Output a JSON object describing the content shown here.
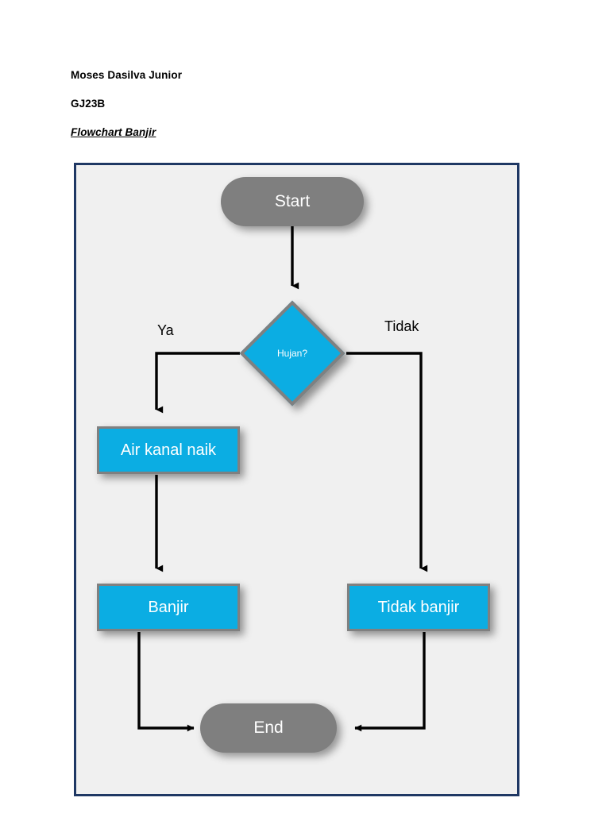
{
  "document": {
    "author": "Moses Dasilva Junior",
    "class_code": "GJ23B",
    "title": "Flowchart Banjir"
  },
  "canvas": {
    "border_color": "#1F3864",
    "background_color": "#F0F0F0"
  },
  "palette": {
    "terminator_fill": "#7F7F7F",
    "process_fill": "#0BADE3",
    "process_border": "#808080",
    "text_on_shape": "#FFFFFF",
    "connector": "#000000"
  },
  "flowchart": {
    "type": "flowchart",
    "nodes": [
      {
        "id": "start",
        "shape": "terminator",
        "label": "Start"
      },
      {
        "id": "hujan",
        "shape": "decision",
        "label": "Hujan?"
      },
      {
        "id": "air_kanal",
        "shape": "process",
        "label": "Air kanal naik"
      },
      {
        "id": "banjir",
        "shape": "process",
        "label": "Banjir"
      },
      {
        "id": "tidak_banjir",
        "shape": "process",
        "label": "Tidak banjir"
      },
      {
        "id": "end",
        "shape": "terminator",
        "label": "End"
      }
    ],
    "edges": [
      {
        "from": "start",
        "to": "hujan",
        "label": ""
      },
      {
        "from": "hujan",
        "to": "air_kanal",
        "label": "Ya"
      },
      {
        "from": "hujan",
        "to": "tidak_banjir",
        "label": "Tidak"
      },
      {
        "from": "air_kanal",
        "to": "banjir",
        "label": ""
      },
      {
        "from": "banjir",
        "to": "end",
        "label": ""
      },
      {
        "from": "tidak_banjir",
        "to": "end",
        "label": ""
      }
    ],
    "branch_labels": {
      "yes": "Ya",
      "no": "Tidak"
    }
  }
}
